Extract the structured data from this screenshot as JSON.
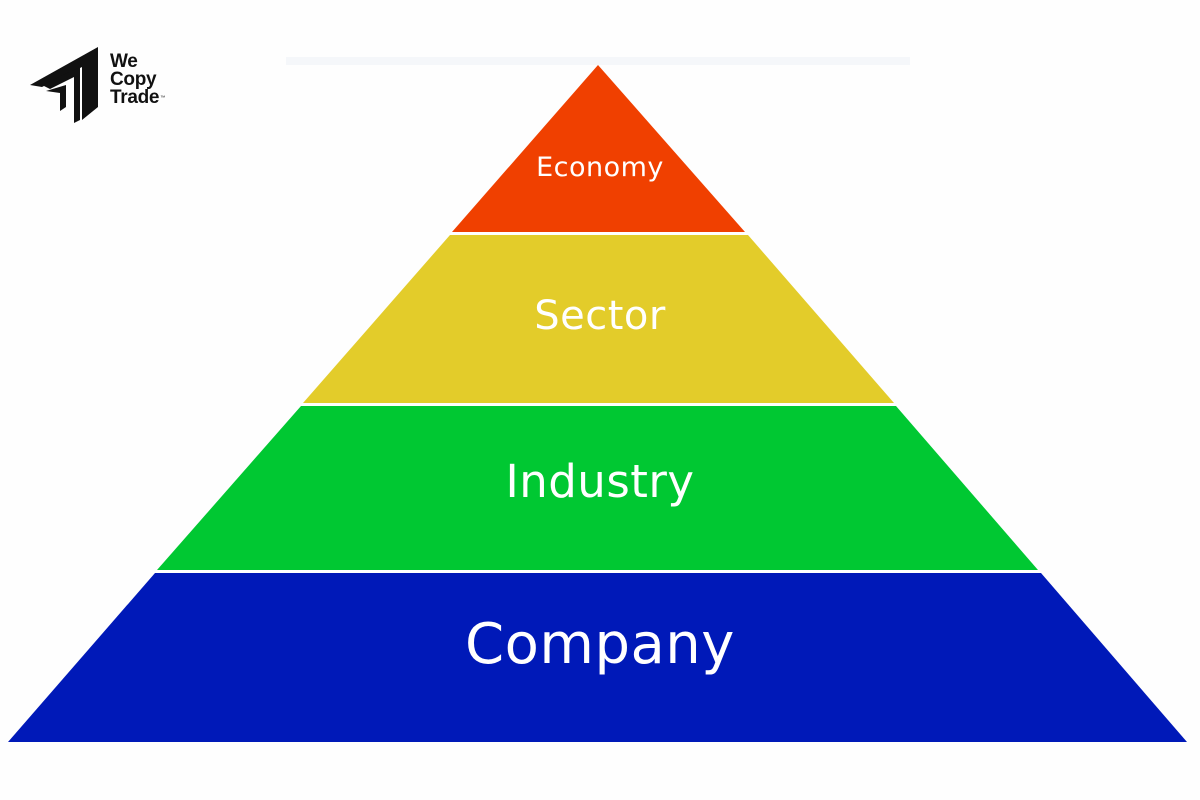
{
  "brand": {
    "name_lines": [
      "We",
      "Copy",
      "Trade"
    ],
    "trademark": "™"
  },
  "pyramid": {
    "tiers": [
      {
        "label": "Economy",
        "color": "#f04000"
      },
      {
        "label": "Sector",
        "color": "#e3cc2a"
      },
      {
        "label": "Industry",
        "color": "#00c832"
      },
      {
        "label": "Company",
        "color": "#0019b8"
      }
    ]
  }
}
